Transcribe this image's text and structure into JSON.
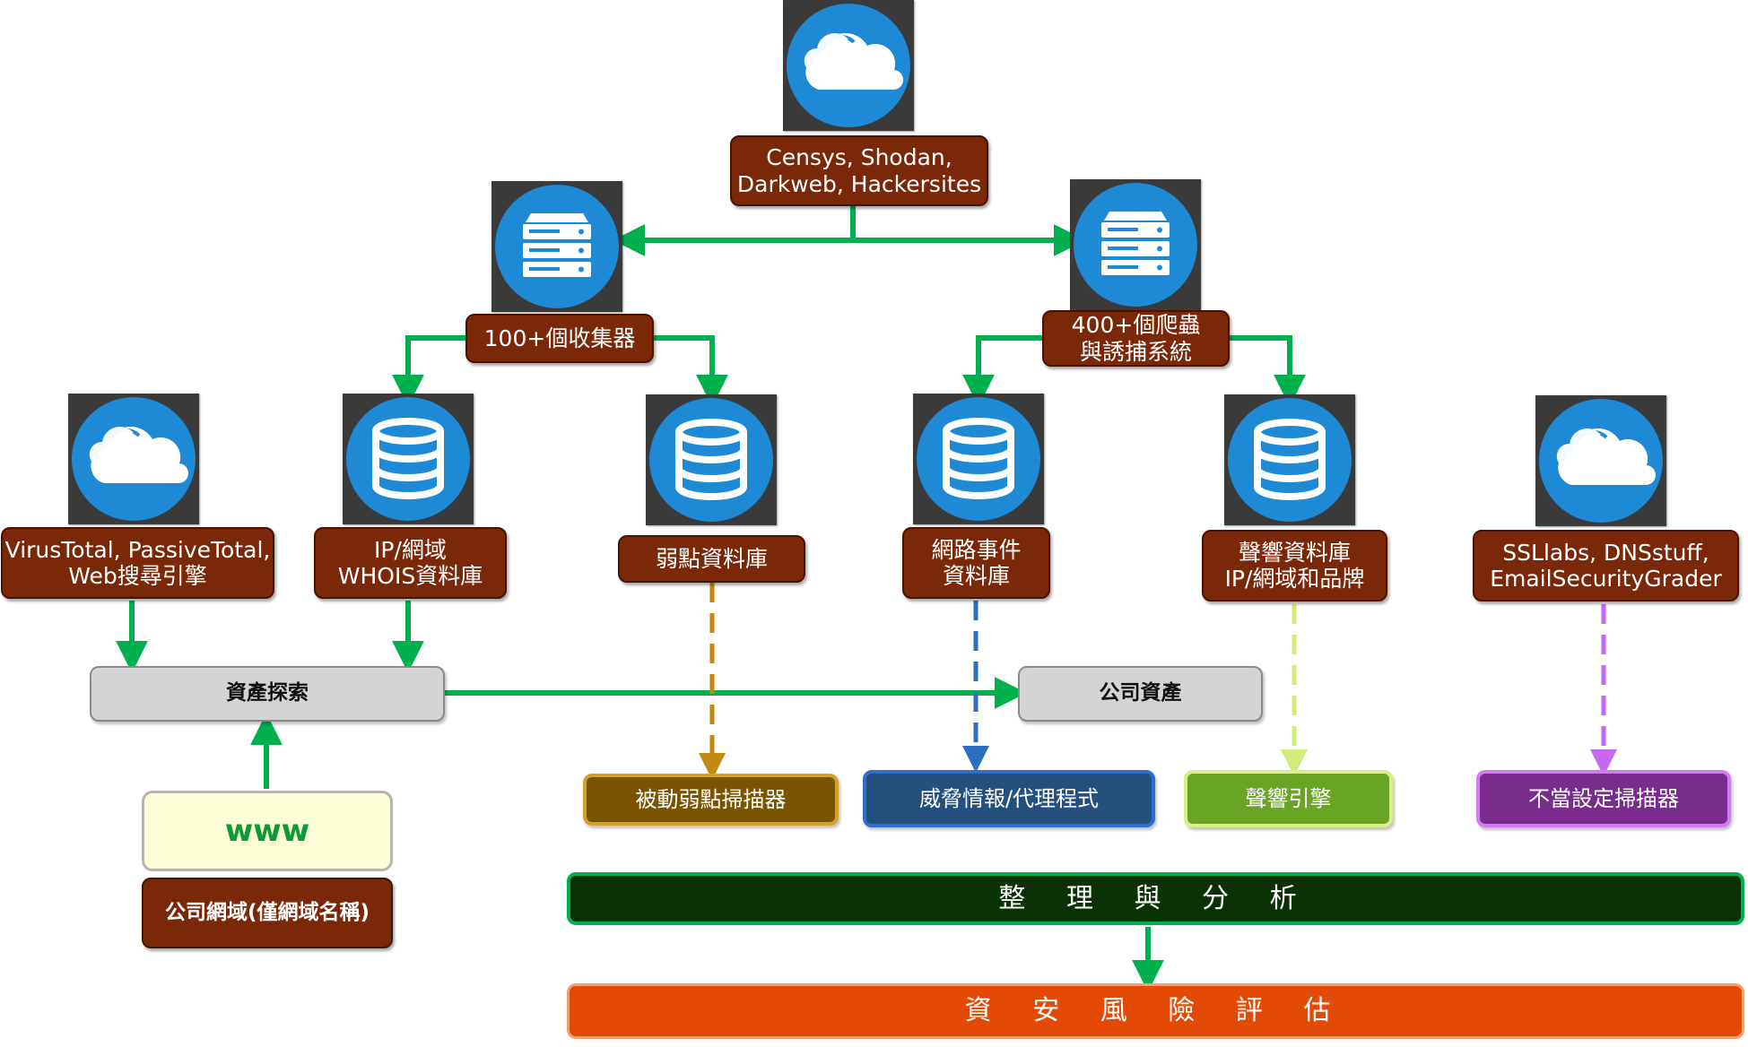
{
  "sources": {
    "top": "Censys, Shodan,\nDarkweb, Hackersites",
    "collectors": "100+個收集器",
    "crawlers": "400+個爬蟲\n與誘捕系統",
    "virustotal": "VirusTotal, PassiveTotal,\nWeb搜尋引擎",
    "whois": "IP/網域\nWHOIS資料庫",
    "vuln_db": "弱點資料庫",
    "incident_db": "網路事件\n資料庫",
    "reputation_db": "聲響資料庫\nIP/網域和品牌",
    "ssllabs": "SSLlabs, DNSstuff,\nEmailSecurityGrader"
  },
  "process": {
    "asset_discovery": "資產探索",
    "company_assets": "公司資產",
    "www": "www",
    "company_domain": "公司網域(僅網域名稱)"
  },
  "outputs": {
    "passive_scanner": "被動弱點掃描器",
    "threat_intel": "威脅情報/代理程式",
    "reputation_engine": "聲響引擎",
    "misconfig_scanner": "不當設定掃描器",
    "analysis": "整 理 與 分 析",
    "assessment": "資 安 風 險 評 估"
  },
  "colors": {
    "arrow_green": "#00b04f",
    "brown_box": "#7a2808",
    "passive_dash": "#c08a10",
    "threat_dash": "#2a6fc0",
    "reputation_dash": "#d2ec7a",
    "misconfig_dash": "#c46af0",
    "icon_blue": "#1e8ad6",
    "tile_dark": "#3a3a3a"
  },
  "icons": [
    "cloud-icon",
    "server-icon",
    "database-icon"
  ]
}
